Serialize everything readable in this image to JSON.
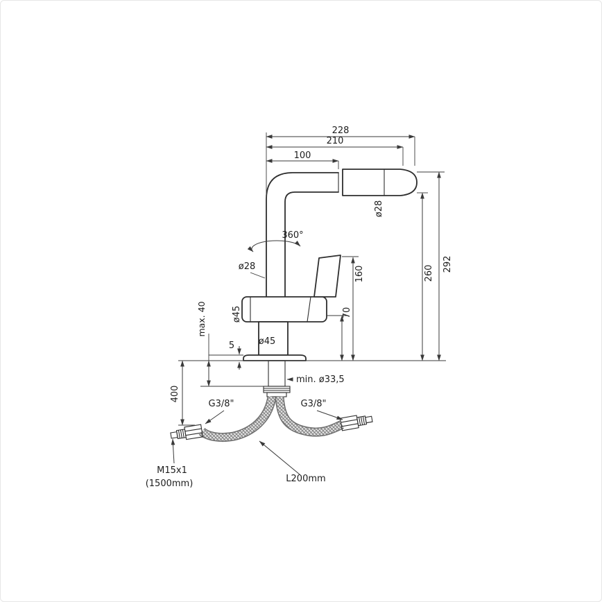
{
  "drawing": {
    "title": "faucet-installation-dimension-drawing",
    "labels": {
      "w228": "228",
      "w210": "210",
      "w100": "100",
      "swivel": "360°",
      "pipe_dia": "ø28",
      "head_dia": "ø28",
      "body_dia": "ø45",
      "base_dia": "ø45",
      "h292": "292",
      "h260": "260",
      "h160": "160",
      "h70": "70",
      "max_depth": "max. 40",
      "plate_h": "5",
      "drop_400": "400",
      "hole_min": "min. ø33,5",
      "conn_left": "G3/8\"",
      "conn_right": "G3/8\"",
      "thread": "M15x1",
      "thread_len": "(1500mm)",
      "hose_len": "L200mm"
    },
    "colors": {
      "line": "#2e2e2e",
      "dim_line": "#3a3a3a",
      "background": "#ffffff"
    }
  }
}
